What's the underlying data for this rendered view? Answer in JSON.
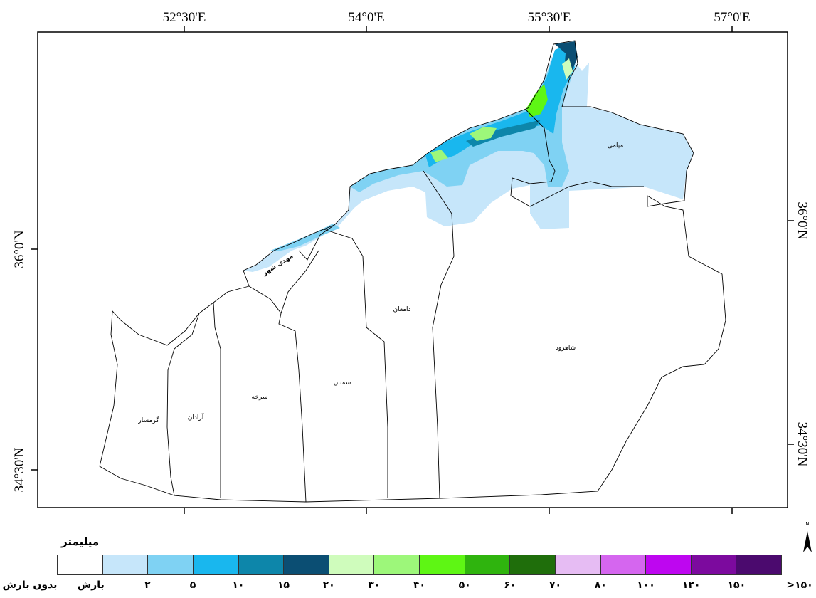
{
  "map": {
    "axis_top_labels": [
      "52°30'E",
      "54°0'E",
      "55°30'E",
      "57°0'E"
    ],
    "axis_left_labels": [
      "36°0'N",
      "34°30'N"
    ],
    "axis_right_labels": [
      "36°0'N",
      "34°30'N"
    ],
    "north_label": "N",
    "counties": [
      {
        "id": "garmsar",
        "name": "گرمسار"
      },
      {
        "id": "aradan",
        "name": "آرادان"
      },
      {
        "id": "sorkheh",
        "name": "سرخه"
      },
      {
        "id": "semnan",
        "name": "سمنان"
      },
      {
        "id": "damghan",
        "name": "دامغان"
      },
      {
        "id": "shahrood",
        "name": "شاهرود"
      },
      {
        "id": "meyami",
        "name": "میامی"
      },
      {
        "id": "mahdishahr",
        "name": "مهدی شهر"
      }
    ]
  },
  "legend": {
    "title": "میلیمتر",
    "colors": [
      "#ffffff",
      "#c6e6fa",
      "#7fd2f3",
      "#19b7ee",
      "#0d86aa",
      "#0b4e73",
      "#cffcbc",
      "#9df77a",
      "#5ef614",
      "#2fb40e",
      "#1f6e0b",
      "#e6bcf3",
      "#d566ef",
      "#be06f0",
      "#7c0a9e",
      "#4b0a6e"
    ],
    "labels": [
      "بدون بارش",
      "بارش",
      "۲",
      "۵",
      "۱۰",
      "۱۵",
      "۲۰",
      "۳۰",
      "۴۰",
      "۵۰",
      "۶۰",
      "۷۰",
      "۸۰",
      "۱۰۰",
      "۱۲۰",
      "۱۵۰",
      ">۱۵۰"
    ]
  }
}
